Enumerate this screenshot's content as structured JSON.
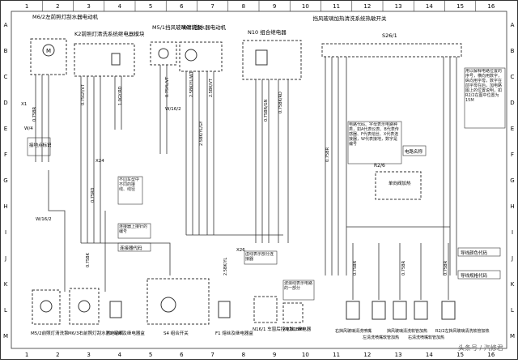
{
  "grid": {
    "columns": [
      "1",
      "2",
      "3",
      "4",
      "5",
      "6",
      "7",
      "8",
      "9",
      "10",
      "11",
      "12",
      "13",
      "14",
      "15",
      "16"
    ],
    "rows": [
      "A",
      "B",
      "C",
      "D",
      "E",
      "F",
      "G",
      "H",
      "I",
      "J",
      "K",
      "L",
      "M"
    ]
  },
  "title_top": "挡风玻璃加热清洗系统热敏开关",
  "components": {
    "m6_2_top": "M6/2左前照灯刮水器电动机",
    "k2": "K2前照灯清洗系统继电器模块",
    "m5_1": "M5/1挡风玻璃清洗泵",
    "m6_1": "M6/1刮水器电动机",
    "n10": "N10 组合继电器",
    "s26_1": "S26/1",
    "m5_2": "M5/2前照灯清洗泵",
    "m6_3": "M6/3右前照灯刮水器电动机",
    "f1_left": "F1 熔丝及继电器盒",
    "s4": "S4 组合开关",
    "f1_mid": "F1 熔丝及继电器盒",
    "n16_1": "N16/1 车窗后控电脑(BM)",
    "k17": "K17/1 继电器",
    "r2_3": "右挡风玻璃清洗喷嘴",
    "r2_5": "左清洗喷嘴软管加热",
    "r2_6": "挡风玻璃清洗软管加热",
    "r2_4": "右清洗喷嘴软管加热",
    "r2_2": "R2/2左挡风玻璃清洗软管加热",
    "r2_6_top": "R2/6",
    "valve": "单向阀加热"
  },
  "annotations": {
    "ground": "接地点标识",
    "diff_wire": "不同车型中不同的接线、线径",
    "connector_upper": "连接器上接针的编号",
    "connector_code": "连接器代码",
    "dash_line": "虚线表示部分连接器",
    "wavy_line": "波浪线表示电路的一部分",
    "right_note": "用以解释电路位置的序号，横向用数字，纵向用字母，数字在前字母在后，加电路图上的位置说明，如R2/2在图中位置为15M",
    "legend_note": "电路代码、字母表示电路种类，如A代表仪表、B代表传感器、F代表熔丝、X代表连接器，W代表接地，数字是编号",
    "circuit_name": "电路名称",
    "wire_color": "导线颜色代码",
    "wire_gauge": "导线规格代码"
  },
  "wire_labels": [
    "0.75BR",
    "0.75GY/VT",
    "0.75RD",
    "1.0GY/RD",
    "0.75YL/VT",
    "2.5BK/YL/WT",
    "2.5BK/YL/GY",
    "2.5BK/VT",
    "0.75BR/GN",
    "0.75BK/RD",
    "0.75BK",
    "2.5BK/YL",
    "0.75BR",
    "0.75BR",
    "0.75BR",
    "0.75BR"
  ],
  "connectors": [
    "X1",
    "X24",
    "X26",
    "W/4",
    "W/16/2",
    "W/16/2"
  ],
  "watermark": "头条号 / 汽修君"
}
